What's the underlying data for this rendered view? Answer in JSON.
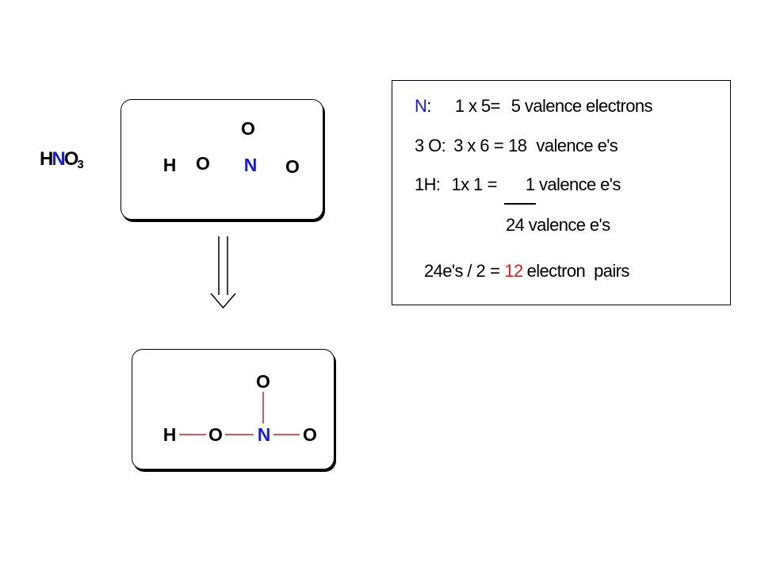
{
  "formula": {
    "h": "H",
    "n": "N",
    "o": "O",
    "subscript": "3"
  },
  "skeleton_top": {
    "atoms": [
      {
        "id": "o_top",
        "label": "O"
      },
      {
        "id": "h",
        "label": "H"
      },
      {
        "id": "o_left",
        "label": "O"
      },
      {
        "id": "n",
        "label": "N"
      },
      {
        "id": "o_right",
        "label": "O"
      }
    ]
  },
  "skeleton_bottom": {
    "atoms": [
      {
        "id": "o_top",
        "label": "O"
      },
      {
        "id": "h",
        "label": "H"
      },
      {
        "id": "o_left",
        "label": "O"
      },
      {
        "id": "n",
        "label": "N"
      },
      {
        "id": "o_right",
        "label": "O"
      }
    ],
    "bonds": [
      [
        "h",
        "o_left"
      ],
      [
        "o_left",
        "n"
      ],
      [
        "n",
        "o_right"
      ],
      [
        "n",
        "o_top"
      ]
    ]
  },
  "electron_count": {
    "line1": {
      "element": "N",
      "colon": ":",
      "calc": "1 x 5",
      "eq": "=",
      "result": "5 valence electrons"
    },
    "line2": {
      "element": "3 O:",
      "calc": "3 x 6",
      "eq": "=",
      "num": "18",
      "result": "valence e's"
    },
    "line3": {
      "element": "1H:",
      "calc": "1x 1",
      "eq": "=",
      "result": "1 valence e's"
    },
    "total": "24 valence e's",
    "pairs": {
      "prefix": "24e's / 2",
      "eq": "=",
      "num": "12",
      "suffix": "electron  pairs"
    }
  },
  "colors": {
    "nitrogen": "#1a1ae6",
    "highlight": "#e61a1a",
    "bond": "#cc2222"
  }
}
